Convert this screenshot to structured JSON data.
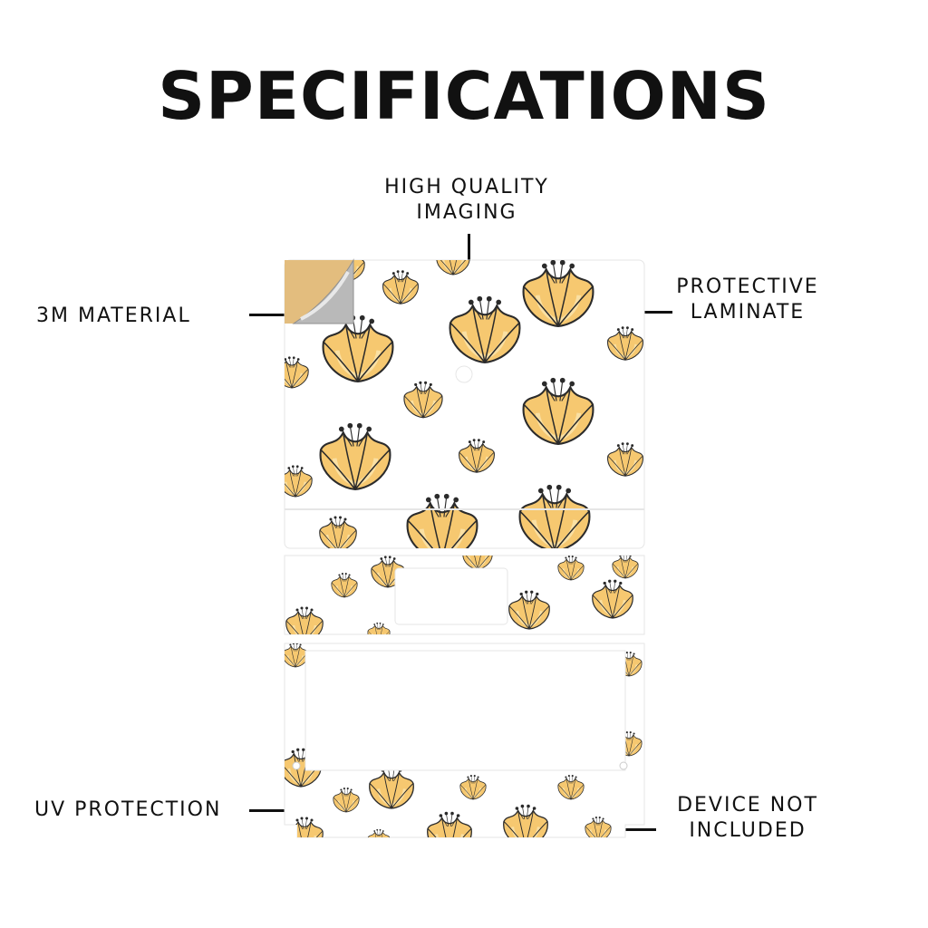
{
  "title": "SPECIFICATIONS",
  "callouts": {
    "imaging": "HIGH QUALITY\nIMAGING",
    "material": "3M MATERIAL",
    "laminate": "PROTECTIVE\nLAMINATE",
    "uv": "UV PROTECTION",
    "device": "DEVICE NOT\nINCLUDED"
  },
  "colors": {
    "text": "#111111",
    "flower_fill": "#f6c870",
    "flower_light": "#fbe2a8",
    "flower_outline": "#2b2b2b",
    "material_tan": "#e3bd7e",
    "material_silver": "#b9b9b9",
    "skin_edge": "#e6e6e6"
  },
  "icons": [
    "flower-icon",
    "peel-corner-icon"
  ]
}
